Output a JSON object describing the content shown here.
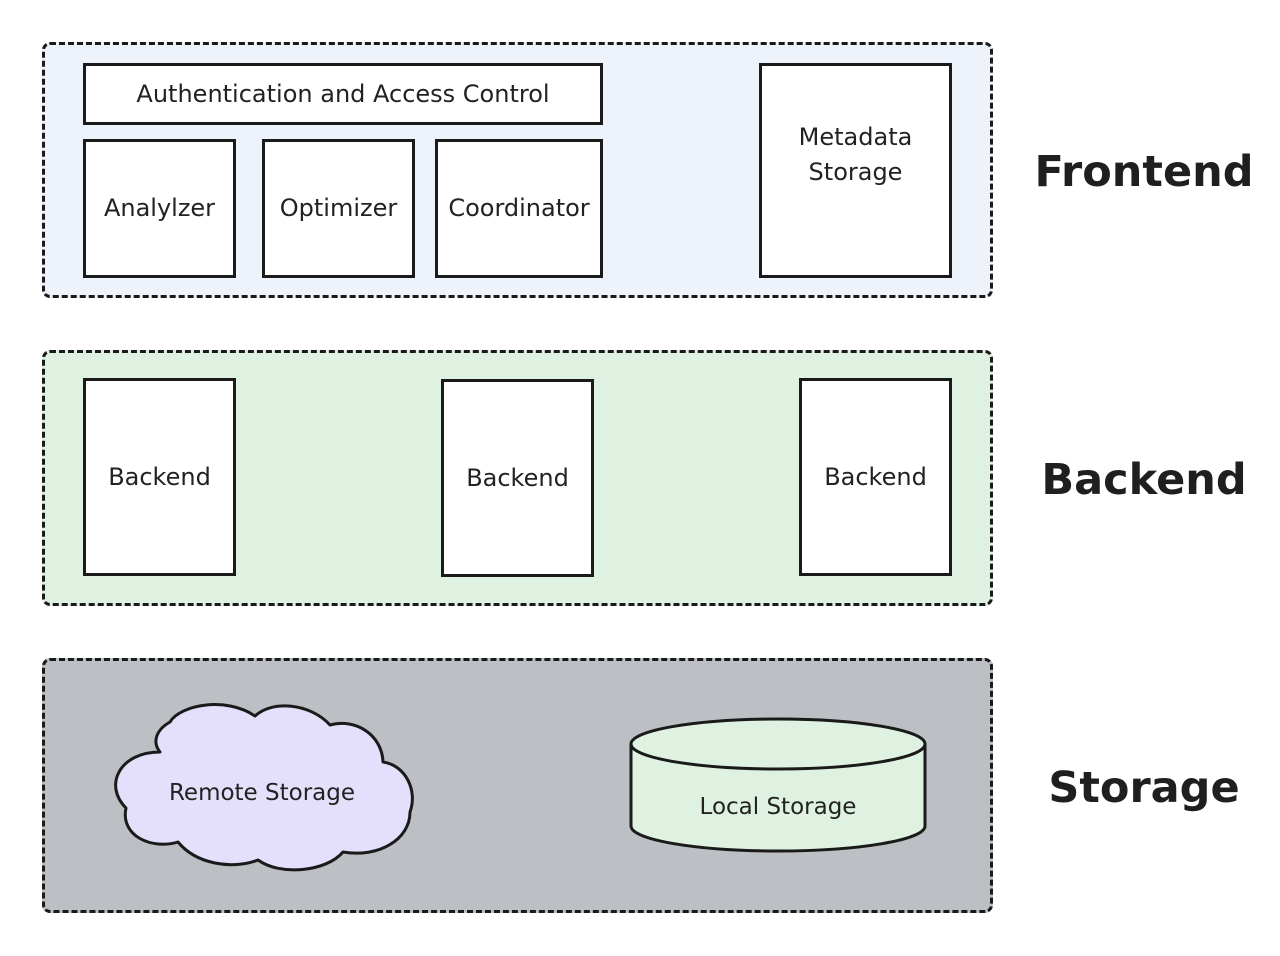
{
  "frontend": {
    "label": "Frontend",
    "auth": "Authentication and Access Control",
    "analyzer": "Analylzer",
    "optimizer": "Optimizer",
    "coordinator": "Coordinator",
    "metadata_storage": "Metadata\nStorage"
  },
  "backend": {
    "label": "Backend",
    "nodes": [
      "Backend",
      "Backend",
      "Backend"
    ]
  },
  "storage": {
    "label": "Storage",
    "remote": "Remote Storage",
    "local": "Local Storage"
  },
  "colors": {
    "frontend_bg": "#eef2fb",
    "backend_bg": "#dff2e2",
    "storage_bg": "#bcbfc4",
    "cloud_fill": "#e4e0fb",
    "cylinder_fill": "#dff2e2"
  }
}
